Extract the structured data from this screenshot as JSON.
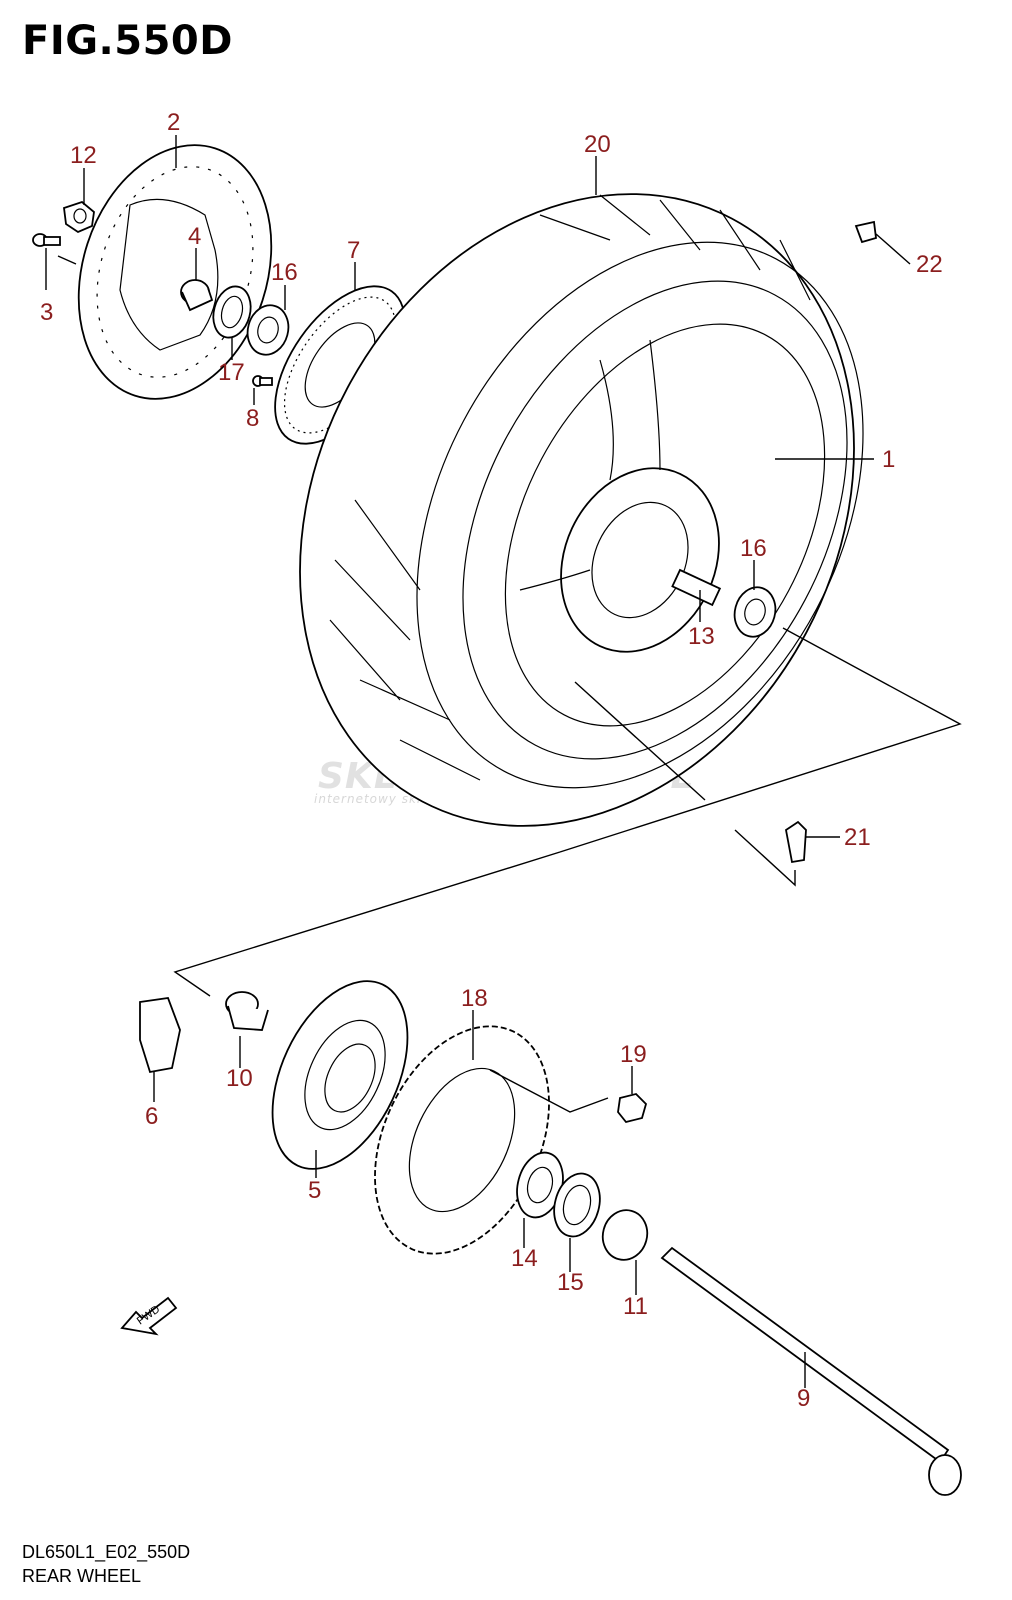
{
  "figure": {
    "title": "FIG.550D",
    "code": "DL650L1_E02_550D",
    "name": "REAR WHEEL"
  },
  "watermark": {
    "main": "SKLEPMOTO46.PL",
    "sub": "internetowy sklep motocyklowy"
  },
  "fwd_label": "FWD",
  "callouts": {
    "c1": "1",
    "c2": "2",
    "c3": "3",
    "c4": "4",
    "c5": "5",
    "c6": "6",
    "c7": "7",
    "c8": "8",
    "c9": "9",
    "c10": "10",
    "c11": "11",
    "c12": "12",
    "c13": "13",
    "c14": "14",
    "c15": "15",
    "c16a": "16",
    "c16b": "16",
    "c17": "17",
    "c18": "18",
    "c19": "19",
    "c20": "20",
    "c21": "21",
    "c22": "22"
  },
  "label_color": "#8b1e1e"
}
